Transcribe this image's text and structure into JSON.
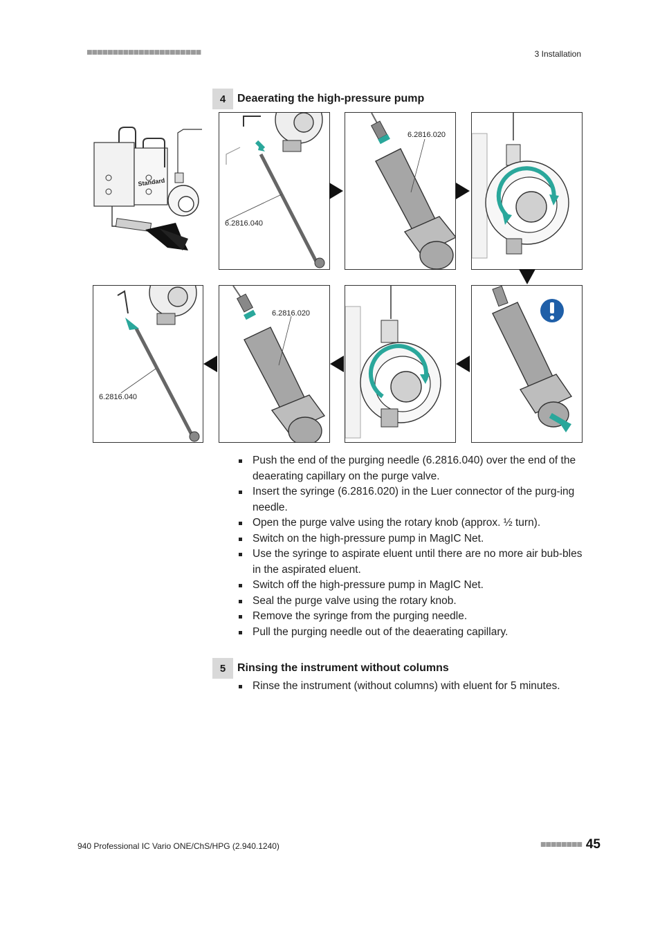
{
  "header": {
    "squares": "■■■■■■■■■■■■■■■■■■■■■■",
    "section": "3 Installation"
  },
  "step4": {
    "number": "4",
    "title": "Deaerating the high-pressure pump",
    "panels": {
      "p2_label": "6.2816.040",
      "p3_label": "6.2816.020",
      "p5_label": "6.2816.040",
      "p6_label": "6.2816.020",
      "p1_text": "Standard",
      "p8_icon": "exclamation-icon"
    },
    "bullets": [
      "Push the end of the purging needle (6.2816.040) over the end of the deaerating capillary on the purge valve.",
      "Insert the syringe (6.2816.020) in the Luer connector of the purg-ing needle.",
      "Open the purge valve using the rotary knob (approx. ½ turn).",
      "Switch on the high-pressure pump in MagIC Net.",
      "Use the syringe to aspirate eluent until there are no more air bub-bles in the aspirated eluent.",
      "Switch off the high-pressure pump in MagIC Net.",
      "Seal the purge valve using the rotary knob.",
      "Remove the syringe from the purging needle.",
      "Pull the purging needle out of the deaerating capillary."
    ]
  },
  "step5": {
    "number": "5",
    "title": "Rinsing the instrument without columns",
    "bullets": [
      "Rinse the instrument (without columns) with eluent for 5 minutes."
    ]
  },
  "footer": {
    "product": "940 Professional IC Vario ONE/ChS/HPG (2.940.1240)",
    "squares": "■■■■■■■■",
    "page": "45"
  },
  "colors": {
    "accent_teal": "#2aa79b",
    "syringe_gray": "#a6a6a6",
    "info_blue": "#1f5fa8"
  }
}
